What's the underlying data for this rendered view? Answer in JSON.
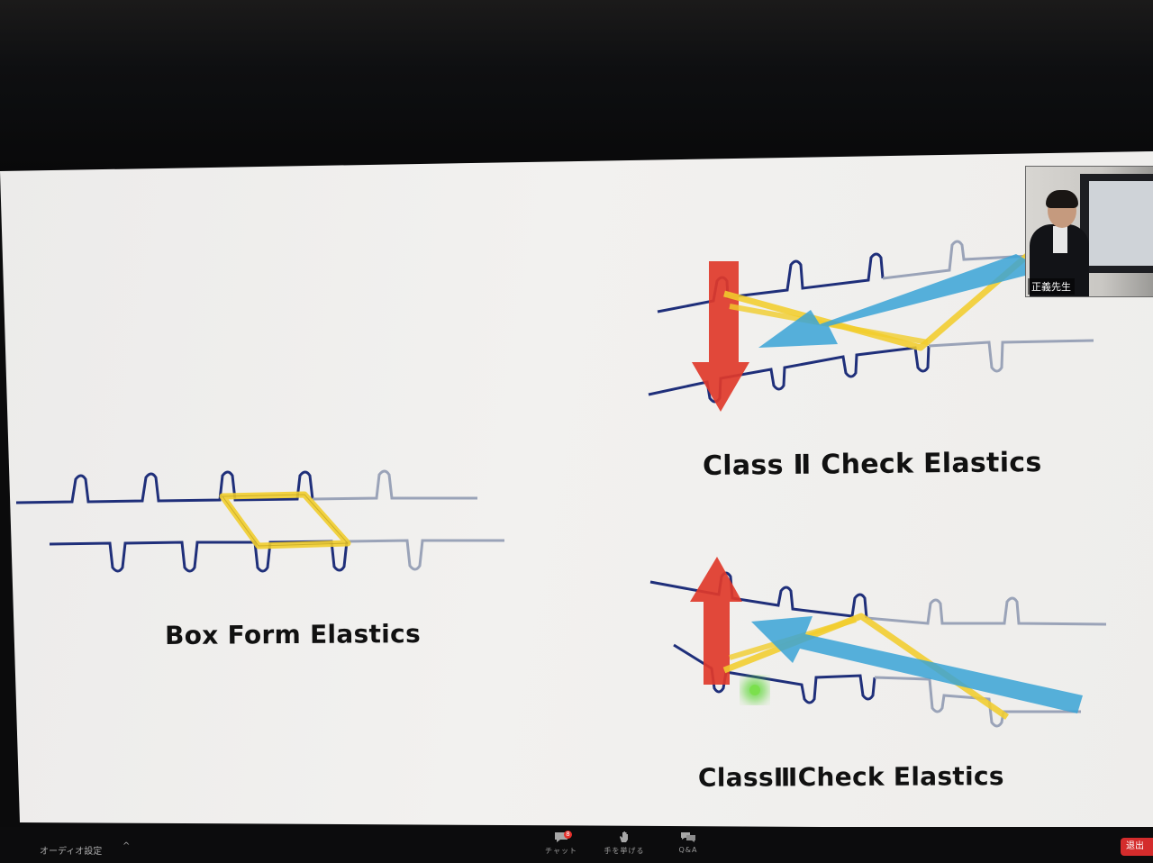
{
  "slide": {
    "titles": {
      "box_form": "Box Form Elastics",
      "class2": "Class Ⅱ Check Elastics",
      "class3": "ClassⅢCheck Elastics"
    },
    "colors": {
      "archwire_dark": "#1f2f7a",
      "archwire_light": "#9aa3b8",
      "elastic_yellow": "#f1cd2c",
      "force_arrow_red": "#e0392a",
      "vector_arrow_blue": "#3aa3d6",
      "pointer_green": "#57d62e"
    }
  },
  "video": {
    "participant_name": "正義先生"
  },
  "toolbar": {
    "audio_label": "オーディオ設定",
    "audio_caret": "^",
    "chat_label": "チャット",
    "chat_badge": "8",
    "hand_label": "手を挙げる",
    "qa_label": "Q&A",
    "leave_label": "退出"
  }
}
